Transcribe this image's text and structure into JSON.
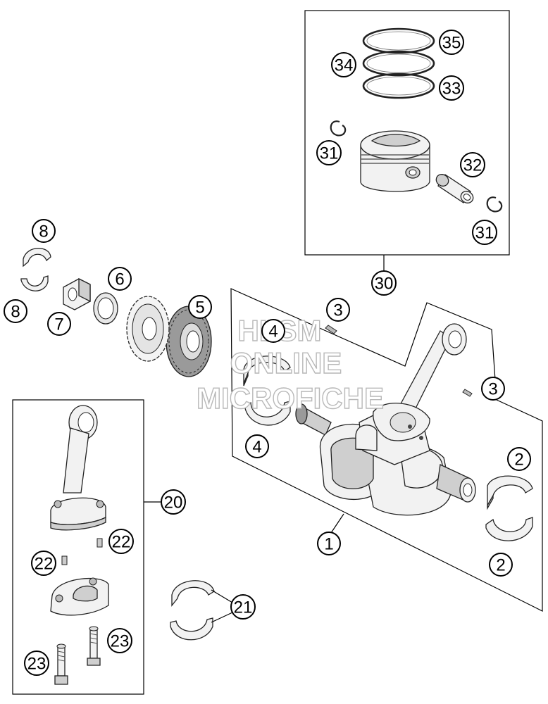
{
  "watermark": {
    "line1": "HLSM",
    "line2": "ONLINE",
    "line3": "MICROFICHE"
  },
  "callouts": {
    "c1": "1",
    "c2a": "2",
    "c2b": "2",
    "c3a": "3",
    "c3b": "3",
    "c4a": "4",
    "c4b": "4",
    "c5": "5",
    "c6": "6",
    "c7": "7",
    "c8a": "8",
    "c8b": "8",
    "c20": "20",
    "c21": "21",
    "c22a": "22",
    "c22b": "22",
    "c23a": "23",
    "c23b": "23",
    "c30": "30",
    "c31a": "31",
    "c31b": "31",
    "c32": "32",
    "c33": "33",
    "c34": "34",
    "c35": "35"
  }
}
